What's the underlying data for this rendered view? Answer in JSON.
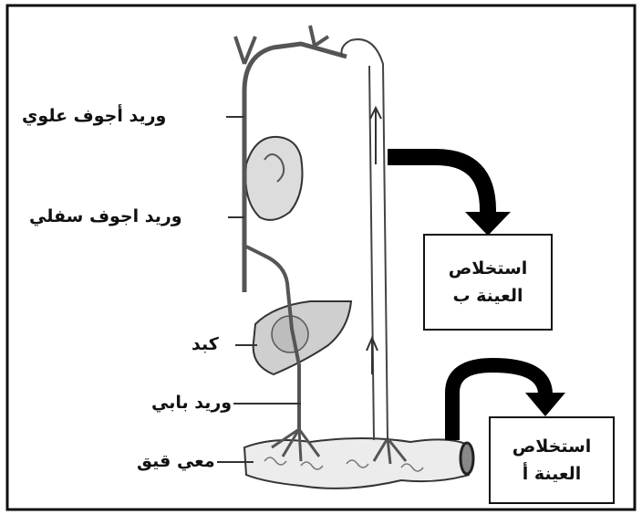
{
  "labels": {
    "superior_vena_cava": "وريد أجوف علوي",
    "inferior_vena_cava": "وريد اجوف سفلي",
    "liver": "كبد",
    "portal_vein": "وريد بابي",
    "small_intestine": "معي قيق"
  },
  "boxes": {
    "sample_b": {
      "line1": "استخلاص",
      "line2": "العينة ب"
    },
    "sample_a": {
      "line1": "استخلاص",
      "line2": "العينة أ"
    }
  },
  "colors": {
    "vessel": "#555555",
    "outline": "#222222",
    "organ_fill": "#d8d8d8",
    "arrow": "#000000"
  },
  "icons": [
    "heart-icon",
    "liver-icon",
    "intestine-icon",
    "flow-arrow-icon",
    "curved-arrow-icon"
  ]
}
